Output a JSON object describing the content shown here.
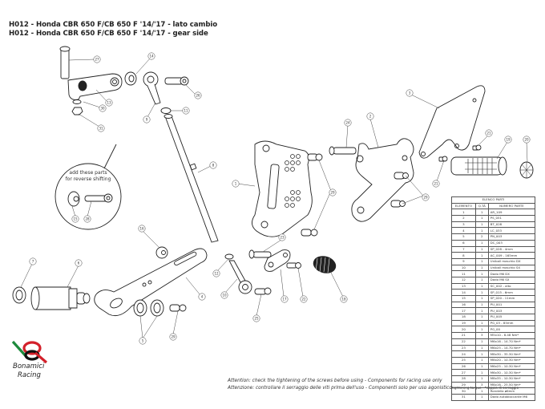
{
  "header": {
    "title_it": "H012 - Honda CBR 650 F/CB 650 F '14/'17 - lato cambio",
    "title_en": "H012 - Honda CBR 650 F/CB 650 F '14/'17 - gear side"
  },
  "diagram": {
    "inset_label_line1": "add these parts",
    "inset_label_line2": "for reverse shifting",
    "callouts": [
      "1",
      "2",
      "3",
      "4",
      "5",
      "6",
      "7",
      "8",
      "9",
      "10",
      "11",
      "12",
      "13",
      "14",
      "15",
      "16",
      "17",
      "18",
      "19",
      "20",
      "21",
      "22",
      "23",
      "24",
      "25",
      "26",
      "27",
      "28",
      "29",
      "30",
      "31"
    ]
  },
  "parts_table": {
    "title": "ELENCO PARTI",
    "headers": [
      "ELEMENTO",
      "Q.TÀ",
      "NUMERO PARTE"
    ],
    "rows": [
      [
        "1",
        "1",
        "AR_109"
      ],
      [
        "2",
        "1",
        "PS_051"
      ],
      [
        "3",
        "1",
        "BT_028"
      ],
      [
        "4",
        "1",
        "LC_033"
      ],
      [
        "5",
        "2",
        "PN_003"
      ],
      [
        "6",
        "1",
        "DC_003"
      ],
      [
        "7",
        "1",
        "SP_028 - 4mm"
      ],
      [
        "8",
        "1",
        "AC_009 - 165mm"
      ],
      [
        "9",
        "1",
        "Uniball maschio DX"
      ],
      [
        "10",
        "1",
        "Uniball maschio SX"
      ],
      [
        "11",
        "1",
        "Dado M6 DX"
      ],
      [
        "12",
        "1",
        "Dado M6 SX"
      ],
      [
        "13",
        "1",
        "SC_002 - alto"
      ],
      [
        "14",
        "1",
        "SP_015 - 6mm"
      ],
      [
        "15",
        "1",
        "SP_020 - 11mm"
      ],
      [
        "16",
        "1",
        "PU_001"
      ],
      [
        "17",
        "1",
        "PU_003"
      ],
      [
        "18",
        "1",
        "PU_005"
      ],
      [
        "19",
        "1",
        "PG_03 - 85mm"
      ],
      [
        "20",
        "1",
        "PG_00"
      ],
      [
        "21",
        "3",
        "M5x10 - 8.48 Nm*"
      ],
      [
        "22",
        "1",
        "M6x16 - 14.70 Nm*"
      ],
      [
        "23",
        "1",
        "M6x25 - 14.70 Nm*"
      ],
      [
        "24",
        "1",
        "M8x30 - 35.30 Nm*"
      ],
      [
        "25",
        "1",
        "M8x20 - 10.30 Nm*"
      ],
      [
        "26",
        "1",
        "M6x25 - 10.30 Nm*"
      ],
      [
        "27",
        "1",
        "M6x30 - 10.30 Nm*"
      ],
      [
        "28",
        "1",
        "M8x35 - 10.30 Nm*"
      ],
      [
        "29",
        "3",
        "M8x16 - 25.50 Nm*"
      ],
      [
        "30",
        "1",
        "Rondella ø6mm"
      ],
      [
        "31",
        "1",
        "Dado autobloccante M6"
      ]
    ],
    "footnote": "*tightening torque - *coppia di serraggio"
  },
  "footer": {
    "attention_en": "Attention: check the tightening of the screws before using - Components for racing use only",
    "attention_it": "Attenzione: controllare il serraggio delle viti prima dell'uso - Componenti solo per uso agonistico"
  },
  "logo": {
    "line1": "Bonamici",
    "line2": "Racing",
    "colors": {
      "green": "#1d8a3c",
      "red": "#d3202a",
      "black": "#111111"
    }
  }
}
